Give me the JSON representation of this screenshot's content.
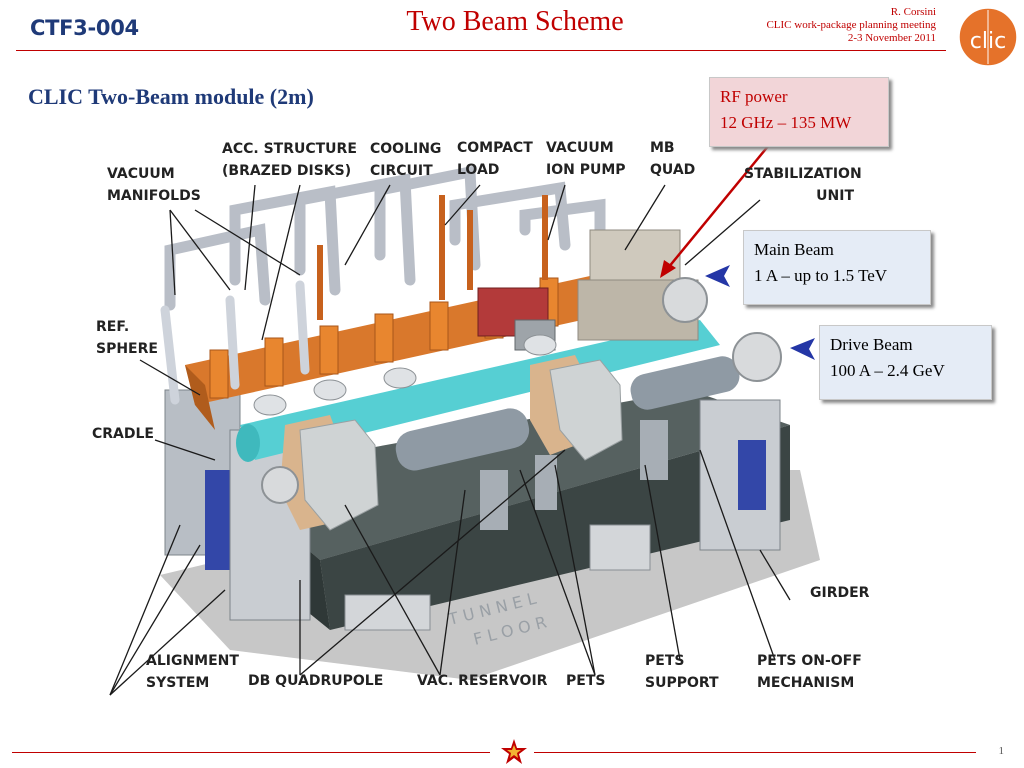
{
  "header": {
    "slide_id": "CTF3-004",
    "title": "Two Beam Scheme",
    "author": "R. Corsini",
    "meeting": "CLIC work-package planning meeting",
    "date": "2-3 November 2011",
    "logo_text": "clic"
  },
  "subtitle": "CLIC Two-Beam module (2m)",
  "callouts": {
    "rf_power": {
      "line1": "RF power",
      "line2": "12 GHz – 135 MW"
    },
    "main_beam": {
      "line1": "Main Beam",
      "line2": "1 A – up to 1.5 TeV"
    },
    "drive_beam": {
      "line1": "Drive Beam",
      "line2": "100 A – 2.4 GeV"
    }
  },
  "labels": {
    "vacuum_manifolds": [
      "VACUUM",
      "MANIFOLDS"
    ],
    "acc_structure": [
      "ACC. STRUCTURE",
      "(BRAZED  DISKS)"
    ],
    "cooling_circuit": [
      "COOLING",
      "CIRCUIT"
    ],
    "compact_load": [
      "COMPACT",
      "LOAD"
    ],
    "vacuum_ion_pump": [
      "VACUUM",
      "ION PUMP"
    ],
    "mb_quad": [
      "MB",
      "QUAD"
    ],
    "stabilization_unit": [
      "STABILIZATION",
      "UNIT"
    ],
    "ref_sphere": [
      "REF.",
      "SPHERE"
    ],
    "cradle": [
      "CRADLE"
    ],
    "girder": [
      "GIRDER"
    ],
    "alignment_system": [
      "ALIGNMENT",
      "SYSTEM"
    ],
    "db_quadrupole": [
      "DB QUADRUPOLE"
    ],
    "vac_reservoir": [
      "VAC. RESERVOIR"
    ],
    "pets": [
      "PETS"
    ],
    "pets_support": [
      "PETS",
      "SUPPORT"
    ],
    "pets_on_off": [
      "PETS ON-OFF",
      "MECHANISM"
    ]
  },
  "floor_text": [
    "T U N N E L",
    "F L O O R"
  ],
  "footer": {
    "page_number": "1"
  },
  "colors": {
    "accent": "#c00000",
    "navy": "#1f3a78",
    "copper": "#d9782c",
    "cyan": "#56cfd3",
    "girder": "#3f4a4a"
  }
}
